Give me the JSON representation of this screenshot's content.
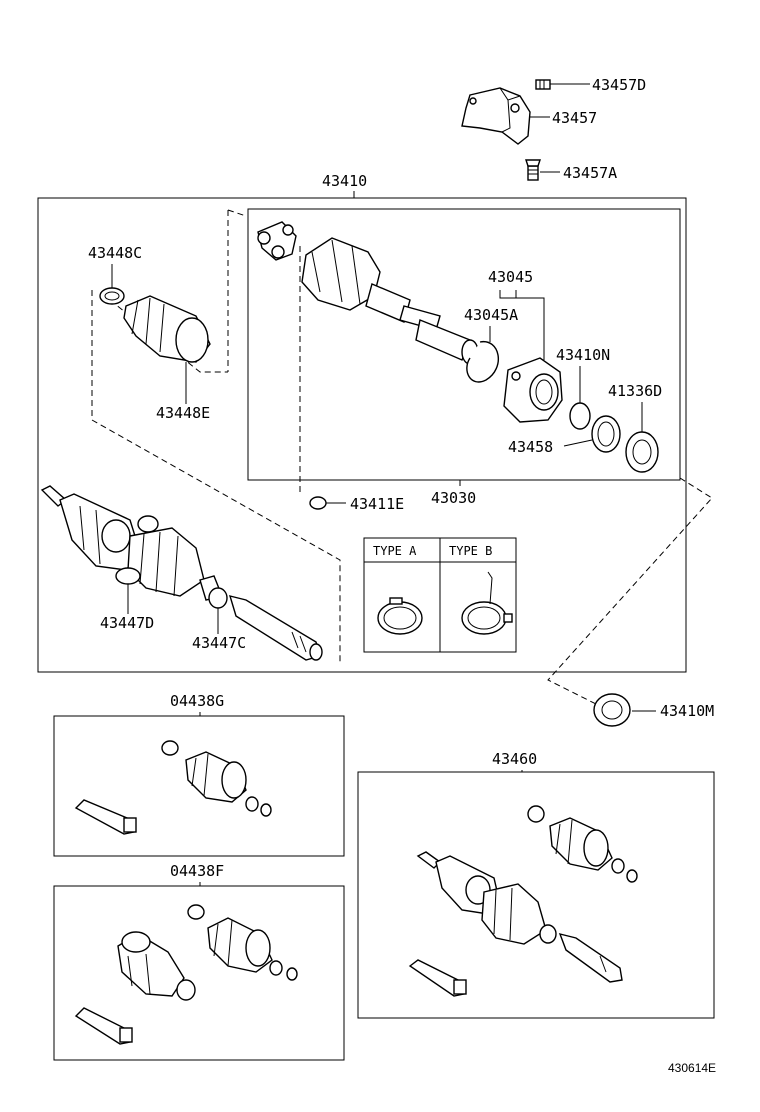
{
  "part_labels": {
    "p43457D": "43457D",
    "p43457": "43457",
    "p43457A": "43457A",
    "p43410": "43410",
    "p43448C": "43448C",
    "p43448E": "43448E",
    "p43045": "43045",
    "p43045A": "43045A",
    "p43410N": "43410N",
    "p41336D": "41336D",
    "p43458": "43458",
    "p43030": "43030",
    "p43411E": "43411E",
    "p43447D": "43447D",
    "p43447C": "43447C",
    "p04438G": "04438G",
    "p04438F": "04438F",
    "p43460": "43460",
    "p43410M": "43410M"
  },
  "legend": {
    "type_a": "TYPE A",
    "type_b": "TYPE B"
  },
  "diagram_id": "430614E"
}
